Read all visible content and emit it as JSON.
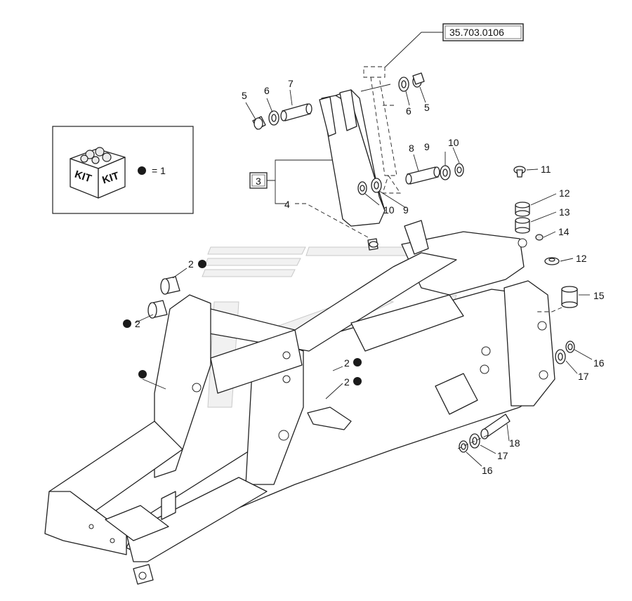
{
  "reference_box": {
    "text": "35.703.0106"
  },
  "assembly_box": {
    "text": "3"
  },
  "kit_legend": {
    "kit_text_left": "KIT",
    "kit_text_right": "KIT",
    "equals_text": "= 1"
  },
  "callouts": [
    {
      "id": "c5a",
      "text": "5"
    },
    {
      "id": "c6a",
      "text": "6"
    },
    {
      "id": "c7",
      "text": "7"
    },
    {
      "id": "c6b",
      "text": "6"
    },
    {
      "id": "c5b",
      "text": "5"
    },
    {
      "id": "c8",
      "text": "8"
    },
    {
      "id": "c9a",
      "text": "9"
    },
    {
      "id": "c10a",
      "text": "10"
    },
    {
      "id": "c10b",
      "text": "10"
    },
    {
      "id": "c9b",
      "text": "9"
    },
    {
      "id": "c4",
      "text": "4"
    },
    {
      "id": "c11",
      "text": "11"
    },
    {
      "id": "c12a",
      "text": "12"
    },
    {
      "id": "c13",
      "text": "13"
    },
    {
      "id": "c14",
      "text": "14"
    },
    {
      "id": "c12b",
      "text": "12"
    },
    {
      "id": "c15",
      "text": "15"
    },
    {
      "id": "c16a",
      "text": "16"
    },
    {
      "id": "c17a",
      "text": "17"
    },
    {
      "id": "c18",
      "text": "18"
    },
    {
      "id": "c17b",
      "text": "17"
    },
    {
      "id": "c16b",
      "text": "16"
    },
    {
      "id": "c2a",
      "text": "2"
    },
    {
      "id": "c2b",
      "text": "2"
    },
    {
      "id": "c2c",
      "text": "2"
    },
    {
      "id": "c2d",
      "text": "2"
    }
  ]
}
